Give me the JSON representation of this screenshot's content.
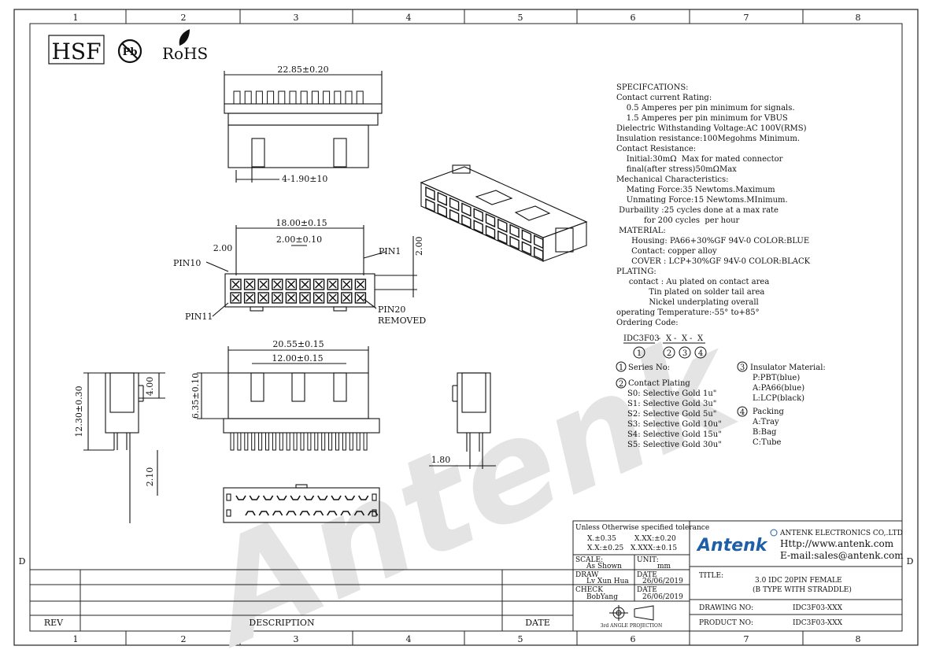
{
  "border": {
    "columns": [
      "1",
      "2",
      "3",
      "4",
      "5",
      "6",
      "7",
      "8"
    ],
    "row_letter": "D"
  },
  "logos": {
    "hsf": "HSF",
    "pb": "Pb",
    "rohs": "RoHS"
  },
  "watermark": "Antenk",
  "dimensions": {
    "top_width": "22.85±0.20",
    "pitch_count": "4-1.90±10",
    "row_length": "18.00±0.15",
    "pitch": "2.00±0.10",
    "pitch_left": "2.00",
    "row_pitch": "2.00",
    "pin1": "PIN1",
    "pin10": "PIN10",
    "pin11": "PIN11",
    "pin20": "PIN20",
    "removed": "REMOVED",
    "body_width": "20.55±0.15",
    "post_span": "12.00±0.15",
    "side_height": "12.30±0.30",
    "side_upper": "4.00",
    "front_height": "6.35±0.10",
    "tail_length": "2.10",
    "tail_pitch": "1.80"
  },
  "specs": [
    "SPECIFCATIONS:",
    "Contact current Rating:",
    "    0.5 Amperes per pin minimum for signals.",
    "    1.5 Amperes per pin minimum for VBUS",
    "Dielectric Withstanding Voltage:AC 100V(RMS)",
    "Insulation resistance:100Megohms Minimum.",
    "Contact Resistance:",
    "    Initial:30mΩ  Max for mated connector",
    "    final(after stress)50mΩMax",
    "Mechanical Characteristics:",
    "    Mating Force:35 Newtoms.Maximum",
    "    Unmating Force:15 Newtoms.MInimum.",
    " Durbaility :25 cycles done at a max rate",
    "           for 200 cycles  per hour",
    " MATERIAL:",
    "      Housing: PA66+30%GF 94V-0 COLOR:BLUE",
    "      Contact: copper alloy",
    "      COVER : LCP+30%GF 94V-0 COLOR:BLACK",
    "PLATING:",
    "     contact : Au plated on contact area",
    "             Tin plated on solder tail area",
    "             Nickel underplating overall",
    "operating Temperature:-55° to+85°",
    "Ordering Code:"
  ],
  "ordering": {
    "code": "IDC3F03",
    "parts": [
      "X",
      "X",
      "X"
    ],
    "circles": [
      "1",
      "2",
      "3",
      "4"
    ]
  },
  "options": {
    "series_title": "Series No:",
    "plating_title": "Contact Plating",
    "plating": [
      "S0: Selective Gold 1u\"",
      "S1: Selective Gold 3u\"",
      "S2: Selective Gold 5u\"",
      "S3: Selective Gold 10u\"",
      "S4: Selective Gold 15u\"",
      "S5: Selective Gold 30u\""
    ],
    "insulator_title": "Insulator Material:",
    "insulator": [
      "P:PBT(blue)",
      "A:PA66(blue)",
      "L:LCP(black)"
    ],
    "packing_title": "Packing",
    "packing": [
      "A:Tray",
      "B:Bag",
      "C:Tube"
    ]
  },
  "title_block": {
    "tolerance_title": "Unless Otherwise specified tolerance",
    "tol_x": "X.±0.35",
    "tol_xx": "X.XX:±0.20",
    "tol_x1": "X.X:±0.25",
    "tol_xxx": "X.XXX:±0.15",
    "scale_label": "SCALE:",
    "scale_value": "As Shown",
    "unit_label": "UNIT:",
    "unit_value": "mm",
    "draw_label": "DRAW",
    "draw_name": "Lv Xun Hua",
    "check_label": "CHECK",
    "check_name": "BobYang",
    "date_label": "DATE",
    "draw_date": "26/06/2019",
    "check_date": "26/06/2019",
    "projection": "3rd ANGLE PROJECTION",
    "company_logo": "Antenk",
    "company": "ANTENK ELECTRONICS CO,.LTD",
    "http": "Http://www.antenk.com",
    "email": "E-mail:sales@antenk.com",
    "title_label": "TITLE:",
    "title_line1": "3.0 IDC 20PIN FEMALE",
    "title_line2": "(B TYPE WITH STRADDLE)",
    "drawing_no_label": "DRAWING NO:",
    "drawing_no": "IDC3F03-XXX",
    "product_no_label": "PRODUCT NO:",
    "product_no": "IDC3F03-XXX"
  },
  "revision": {
    "rev": "REV",
    "description": "DESCRIPTION",
    "date": "DATE"
  }
}
